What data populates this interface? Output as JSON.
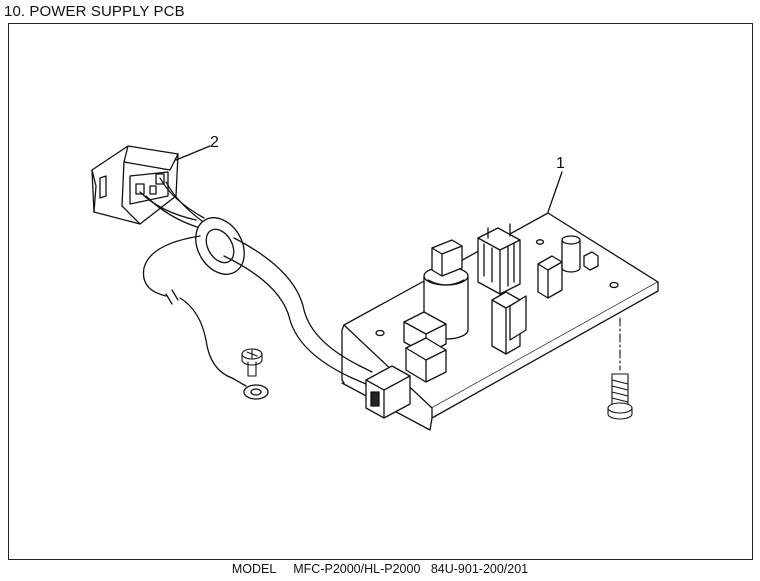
{
  "page": {
    "title": "10. POWER SUPPLY PCB"
  },
  "callouts": {
    "power_supply_pcb": "1",
    "ac_inlet": "2"
  },
  "footer": {
    "model_label": "MODEL",
    "model_names": "MFC-P2000/HL-P2000",
    "part_code": "84U-901-200/201"
  }
}
